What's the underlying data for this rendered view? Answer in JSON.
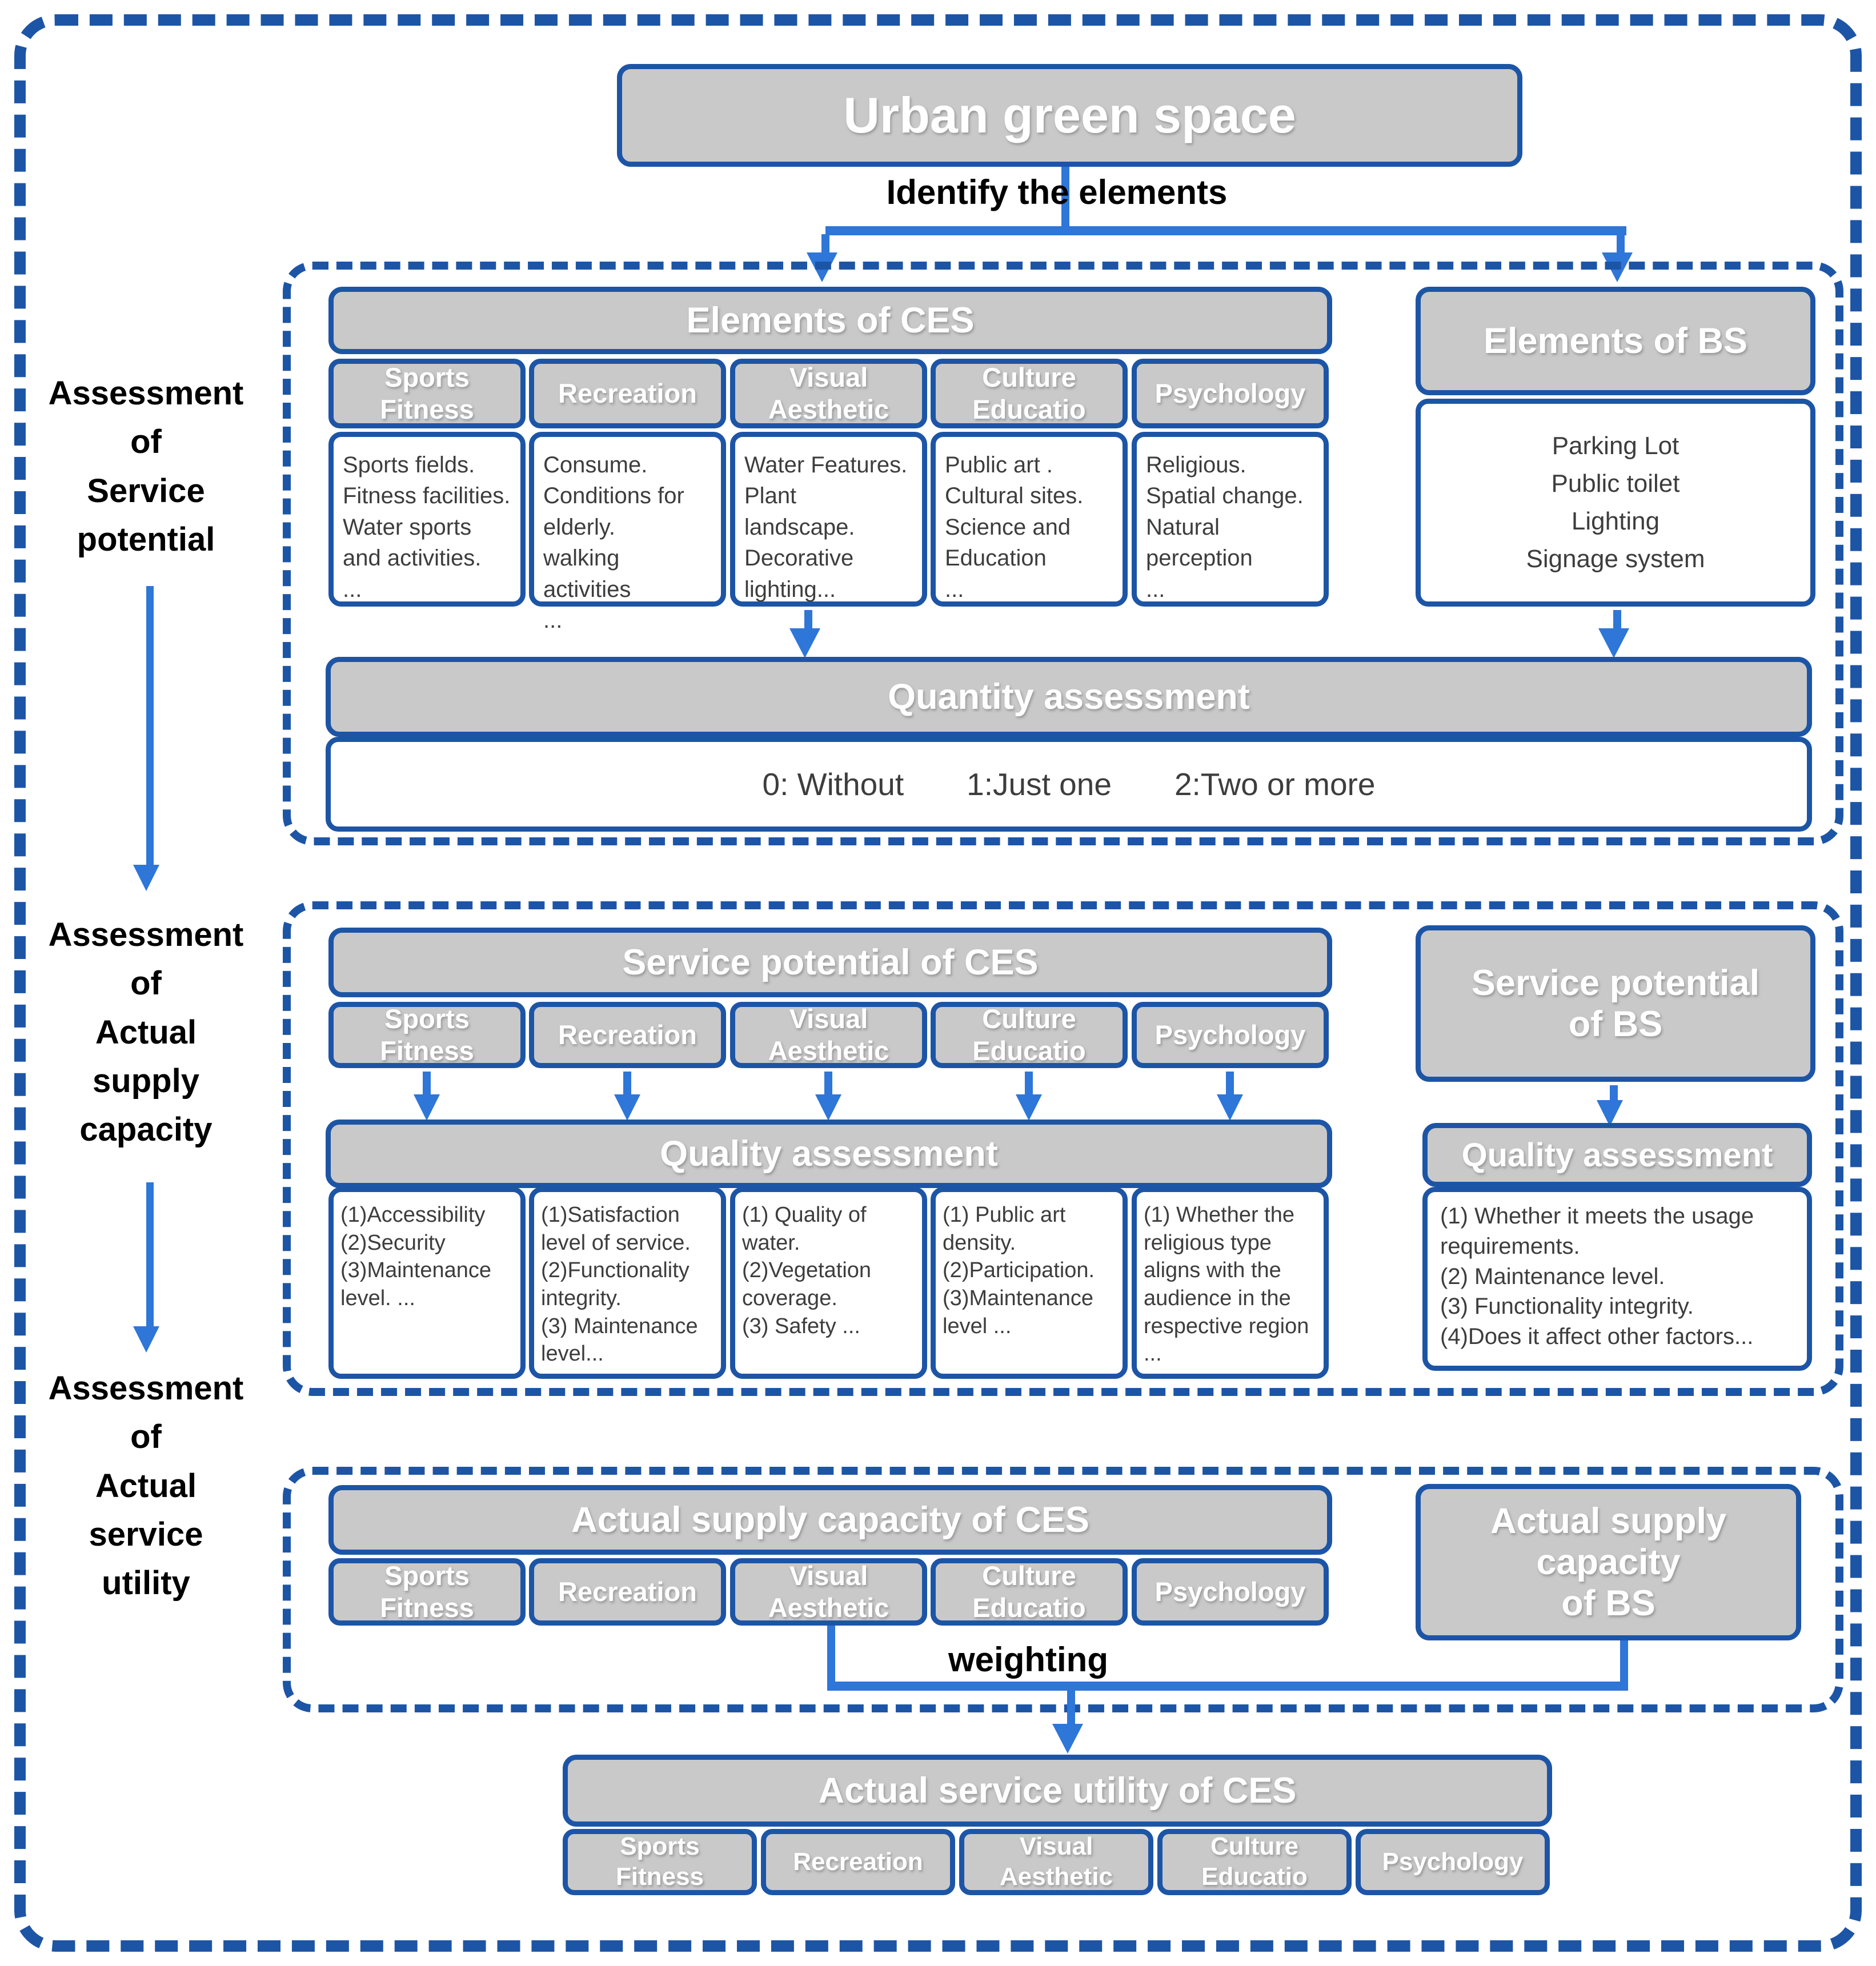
{
  "title": "Urban green space",
  "connector_labels": {
    "identify": "Identify the elements",
    "weighting": "weighting"
  },
  "side_labels": {
    "service_potential": "Assessment\nof\nService\npotential",
    "supply_capacity": "Assessment\nof\nActual\nsupply\ncapacity",
    "service_utility": "Assessment\nof\nActual\nservice\nutility"
  },
  "categories": [
    "Sports\nFitness",
    "Recreation",
    "Visual\nAesthetic",
    "Culture\nEducatio",
    "Psychology"
  ],
  "elements_of_ces": {
    "title": "Elements of CES",
    "details": [
      "Sports fields.\nFitness facilities.\nWater sports\nand activities.\n...",
      "Consume.\nConditions for\nelderly.\nwalking activities\n...",
      "Water Features.\nPlant landscape.\nDecorative\nlighting...",
      "Public art .\nCultural sites.\nScience and\nEducation\n...",
      "Religious.\nSpatial change.\nNatural\nperception\n..."
    ]
  },
  "elements_of_bs": {
    "title": "Elements of BS",
    "details": "Parking Lot\nPublic toilet\nLighting\nSignage system"
  },
  "quantity_assessment": {
    "title": "Quantity assessment",
    "scale": [
      "0: Without",
      "1:Just one",
      "2:Two or more"
    ]
  },
  "service_potential_ces": {
    "title": "Service potential of CES"
  },
  "service_potential_bs": {
    "title": "Service potential\nof BS"
  },
  "quality_assessment_ces": {
    "title": "Quality assessment",
    "details": [
      "(1)Accessibility\n(2)Security\n(3)Maintenance\nlevel. ...",
      "(1)Satisfaction\nlevel of service.\n(2)Functionality\nintegrity.\n(3) Maintenance\nlevel...",
      "(1) Quality of\nwater.\n(2)Vegetation\ncoverage.\n(3) Safety ...",
      "(1) Public art\ndensity.\n(2)Participation.\n(3)Maintenance\nlevel ...",
      "(1) Whether the\nreligious type\naligns with the\naudience in the\nrespective region\n..."
    ]
  },
  "quality_assessment_bs": {
    "title": "Quality assessment",
    "details": "(1) Whether it meets the usage\nrequirements.\n(2) Maintenance level.\n(3) Functionality integrity.\n(4)Does it affect other factors..."
  },
  "actual_supply_ces": {
    "title": "Actual supply capacity of CES"
  },
  "actual_supply_bs": {
    "title": "Actual supply\ncapacity\nof BS"
  },
  "actual_utility_ces": {
    "title": "Actual service utility of CES"
  },
  "colors": {
    "border_blue": "#1d55a6",
    "arrow_blue": "#2e76d8",
    "box_gray": "#c9c9c9",
    "header_text": "#ffffff",
    "detail_text": "#3d3d3d",
    "label_text": "#000000"
  }
}
